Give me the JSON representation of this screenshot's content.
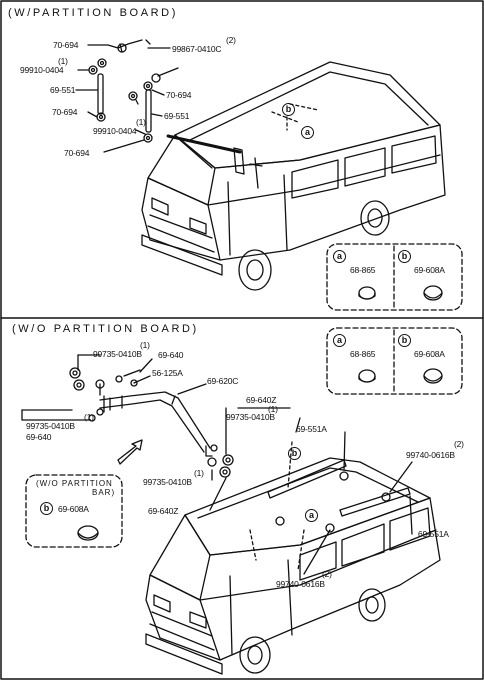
{
  "sections": {
    "with_partition": "(W/PARTITION  BOARD)",
    "without_partition": "(W/O  PARTITION  BOARD)"
  },
  "upper_labels": {
    "l1": "70-694",
    "l2": "(2)",
    "l3": "99867-0410C",
    "l4": "(1)",
    "l5": "99910-0404",
    "l6": "69-551",
    "l7": "70-694",
    "l8": "70-694",
    "l9": "69-551",
    "l10": "(1)",
    "l11": "99910-0404",
    "l12": "70-694",
    "callout_b": "b",
    "callout_a": "a"
  },
  "upper_detail": {
    "a_letter": "a",
    "a_part": "68-865",
    "b_letter": "b",
    "b_part": "69-608A"
  },
  "lower_detail": {
    "a_letter": "a",
    "a_part": "68-865",
    "b_letter": "b",
    "b_part": "69-608A"
  },
  "lower_labels": {
    "m1": "99735-0410B",
    "m2": "(1)",
    "m3": "69-640",
    "m4": "56-125A",
    "m5": "69-620C",
    "m6": "(1)",
    "m7": "99735-0410B",
    "m8": "69-640",
    "m9": "69-640Z",
    "m10": "(1)",
    "m11": "99735-0410B",
    "m12": "69-551A",
    "m13": "(2)",
    "m14": "99740-0616B",
    "m15": "(1)",
    "m16": "99735-0410B",
    "m17": "69-640Z",
    "m18": "69-551A",
    "m19": "99740-0616B",
    "m20": "(2)",
    "callout_b": "b",
    "callout_a": "a"
  },
  "wo_partition_bar": {
    "title_line1": "(W/O  PARTITION",
    "title_line2": "BAR)",
    "b_letter": "b",
    "b_part": "69-608A"
  }
}
